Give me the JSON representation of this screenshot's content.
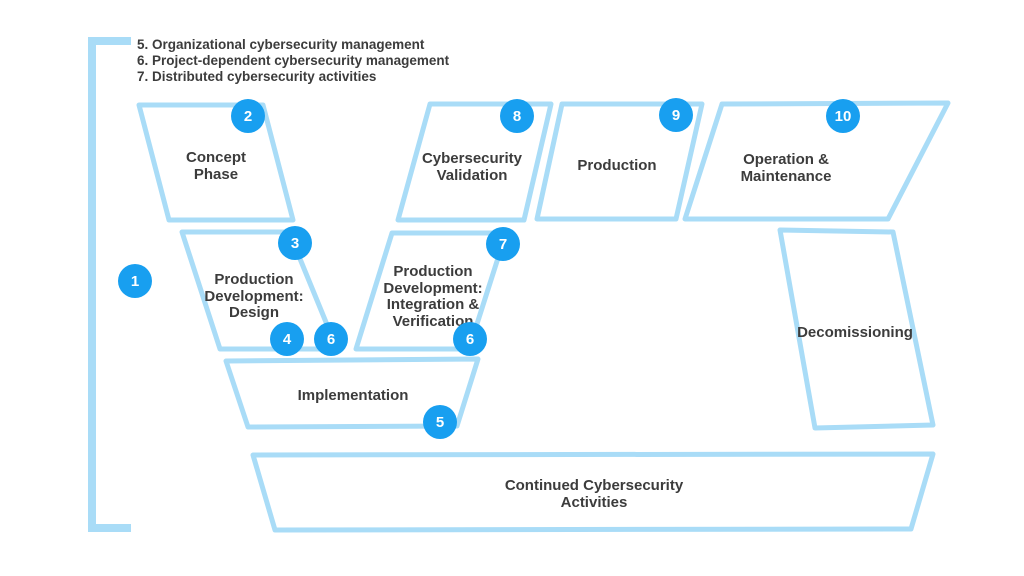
{
  "legend": {
    "items": [
      "5. Organizational cybersecurity management",
      "6. Project-dependent cybersecurity management",
      "7. Distributed cybersecurity activities"
    ]
  },
  "phases": {
    "concept": "Concept\nPhase",
    "design": "Production\nDevelopment:\nDesign",
    "validation": "Cybersecurity\nValidation",
    "production": "Production",
    "operation_maintenance": "Operation &\nMaintenance",
    "integration": "Production\nDevelopment:\nIntegration &\nVerification",
    "decomissioning": "Decomissioning",
    "implementation": "Implementation",
    "continued_activities": "Continued Cybersecurity\nActivities"
  },
  "badges": [
    {
      "number": "1"
    },
    {
      "number": "2"
    },
    {
      "number": "3"
    },
    {
      "number": "4"
    },
    {
      "number": "5"
    },
    {
      "number": "6"
    },
    {
      "number": "6"
    },
    {
      "number": "7"
    },
    {
      "number": "8"
    },
    {
      "number": "9"
    },
    {
      "number": "10"
    }
  ],
  "colors": {
    "outline_blue": "#a9dcf7",
    "badge_blue": "#189ff0",
    "text_dark": "#3c3c3c",
    "background": "#ffffff"
  }
}
